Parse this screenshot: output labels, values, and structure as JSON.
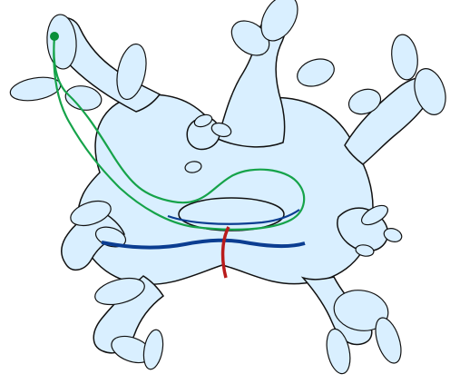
{
  "colors": {
    "surface_fill": "#d9efff",
    "surface_stroke": "#111111",
    "hole_fill": "#ffffff",
    "green_curve": "#16a34a",
    "blue_curve": "#0b3d91",
    "red_curve": "#b91c1c",
    "green_point": "#0a8f3a",
    "background": "#ffffff"
  },
  "diagram": {
    "type": "infinite-genus surface with one handle and arm-like ends",
    "curves": [
      {
        "id": "green",
        "color": "green_curve",
        "kind": "path from marked point around handle"
      },
      {
        "id": "blue",
        "color": "blue_curve",
        "kind": "meridian around body"
      },
      {
        "id": "red",
        "color": "red_curve",
        "kind": "short transverse curve"
      }
    ],
    "marked_point": {
      "color": "green_point"
    }
  }
}
